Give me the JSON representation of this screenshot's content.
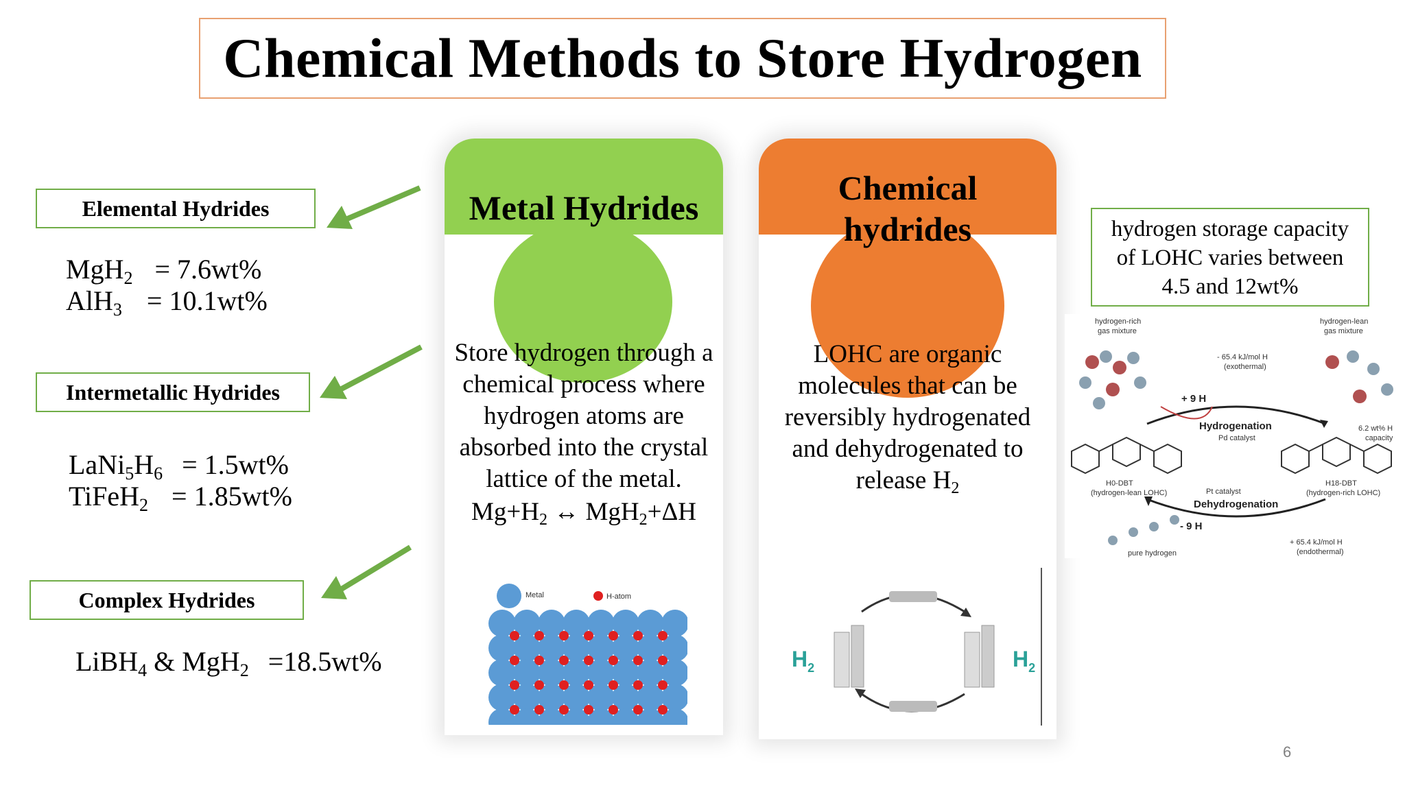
{
  "title": "Chemical Methods to Store Hydrogen",
  "categories": {
    "elemental": {
      "label": "Elemental Hydrides",
      "line1_a": "MgH",
      "line1_sub": "2",
      "line1_b": "= 7.6wt%",
      "line2_a": "AlH",
      "line2_sub": "3",
      "line2_b": "= 10.1wt%"
    },
    "intermetallic": {
      "label": "Intermetallic Hydrides",
      "line1_a": "LaNi",
      "line1_sub1": "5",
      "line1_mid": "H",
      "line1_sub2": "6",
      "line1_b": "= 1.5wt%",
      "line2_a": "TiFeH",
      "line2_sub": "2",
      "line2_b": "= 1.85wt%"
    },
    "complex": {
      "label": "Complex Hydrides",
      "line1_a": "LiBH",
      "line1_sub1": "4",
      "line1_mid": " & MgH",
      "line1_sub2": "2",
      "line1_b": "=18.5wt%"
    }
  },
  "metal_card": {
    "label": "Metal Hydrides",
    "description": "Store hydrogen through a chemical process where hydrogen atoms are absorbed into the crystal lattice of the metal.",
    "eq_a": "Mg+H",
    "eq_sub1": "2",
    "eq_mid": " ↔ MgH",
    "eq_sub2": "2",
    "eq_b": "+ΔH",
    "legend_metal": "Metal",
    "legend_h": "H-atom",
    "color": "#92d050"
  },
  "chemical_card": {
    "label_line1": "Chemical",
    "label_line2": "hydrides",
    "description": "LOHC are organic molecules that can be reversibly hydrogenated and dehydrogenated to release H",
    "desc_sub": "2",
    "h2_left": "H",
    "h2_right": "H",
    "h2_sub": "2",
    "color": "#ed7d31"
  },
  "info_box": {
    "line1": "hydrogen storage capacity",
    "line2": "of LOHC varies between",
    "line3": "4.5 and 12wt%"
  },
  "lohc_diagram": {
    "top_left": "hydrogen-rich",
    "top_left2": "gas mixture",
    "top_right": "hydrogen-lean",
    "top_right2": "gas mixture",
    "exo": "- 65.4 kJ/mol H",
    "exo2": "(exothermal)",
    "plus9": "+ 9 H",
    "hydrogenation": "Hydrogenation",
    "pd": "Pd catalyst",
    "capacity": "6.2 wt% H",
    "capacity2": "capacity",
    "h0": "H0-DBT",
    "h0b": "(hydrogen-lean LOHC)",
    "h18": "H18-DBT",
    "h18b": "(hydrogen-rich LOHC)",
    "pt": "Pt catalyst",
    "dehydrogenation": "Dehydrogenation",
    "minus9": "- 9 H",
    "pure": "pure hydrogen",
    "endo": "+ 65.4 kJ/mol H",
    "endo2": "(endothermal)"
  },
  "page_number": "6"
}
